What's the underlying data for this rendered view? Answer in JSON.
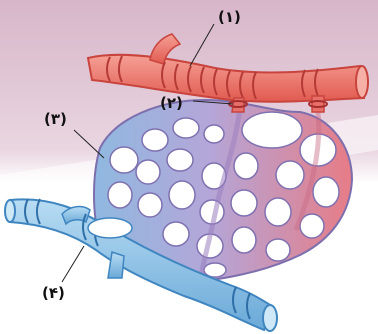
{
  "labels": {
    "artery": "(۱)",
    "arteriole_sphincter": "(۲)",
    "capillary_network": "(۳)",
    "vein": "(۴)"
  },
  "colors": {
    "background_top": "#d9bccd",
    "background_bottom": "#ffffff",
    "artery": "#ee7a70",
    "artery_dark": "#c8443d",
    "capillary": "#b7a7d6",
    "capillary_dark": "#8c7bb9",
    "vein": "#86bde0",
    "vein_dark": "#3f86c0"
  }
}
